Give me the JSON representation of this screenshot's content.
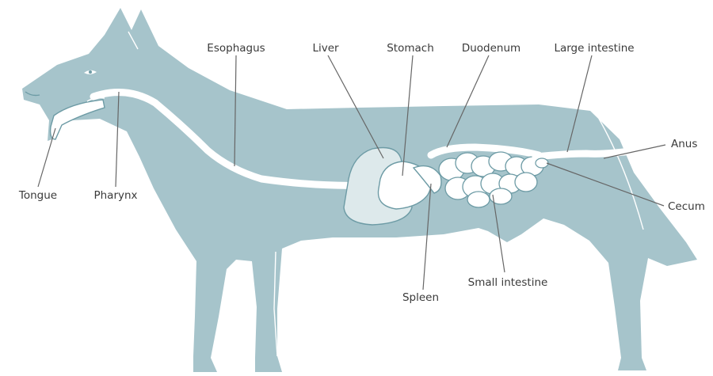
{
  "colors": {
    "body": "#a6c4cb",
    "organ": "#ffffff",
    "outline": "#6d9ba5",
    "liver": "#dde9eb",
    "text": "#3a3a3a",
    "leader": "#666666"
  },
  "labels": {
    "esophagus": "Esophagus",
    "liver": "Liver",
    "stomach": "Stomach",
    "duodenum": "Duodenum",
    "large_intestine": "Large intestine",
    "anus": "Anus",
    "cecum": "Cecum",
    "small_intestine": "Small intestine",
    "spleen": "Spleen",
    "tongue": "Tongue",
    "pharynx": "Pharynx"
  }
}
